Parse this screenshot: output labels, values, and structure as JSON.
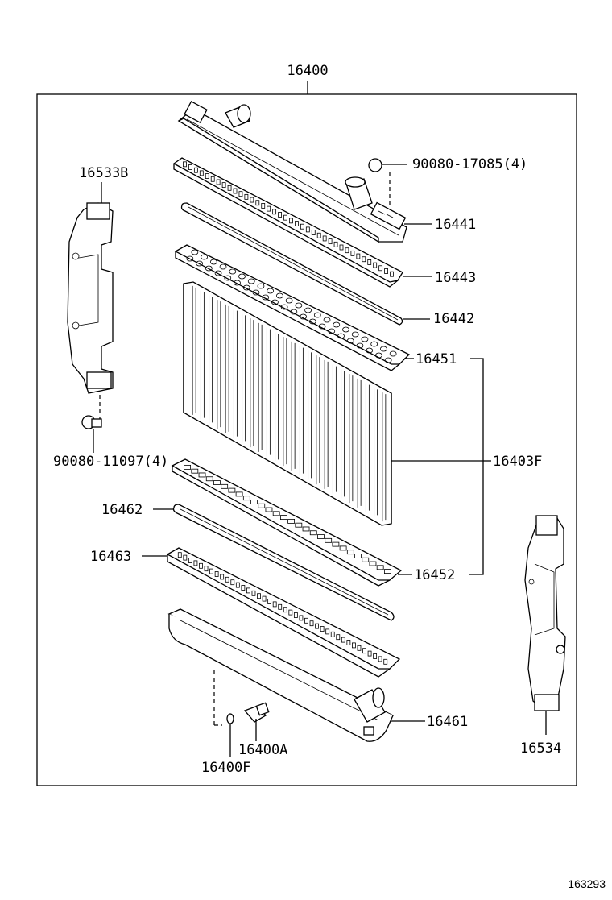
{
  "colors": {
    "ink": "#000000",
    "background": "#ffffff"
  },
  "labels": {
    "assembly": "16400",
    "bracket_left": "16533B",
    "bolt_top": "90080-17085(4)",
    "upper_tank": "16441",
    "upper_plate": "16443",
    "upper_gasket": "16442",
    "upper_seat": "16451",
    "core": "16403F",
    "bolt_left": "90080-11097(4)",
    "lower_gasket": "16462",
    "lower_plate": "16463",
    "lower_seat": "16452",
    "lower_tank": "16461",
    "drain_cock": "16400A",
    "drain_plug": "16400F",
    "bracket_right": "16534",
    "diagram_id": "163293"
  }
}
